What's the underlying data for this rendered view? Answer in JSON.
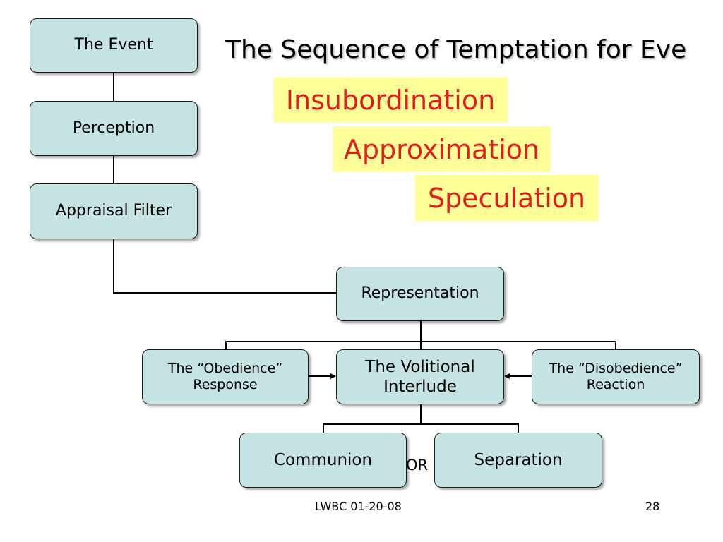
{
  "slide": {
    "title": "The Sequence of Temptation for Eve",
    "footer_text": "LWBC 01-20-08",
    "page_number": "28"
  },
  "stages": [
    "Insubordination",
    "Approximation",
    "Speculation"
  ],
  "nodes": {
    "event": "The Event",
    "perception": "Perception",
    "appraisal": "Appraisal Filter",
    "representation": "Representation",
    "obedience_line1": "The “Obedience”",
    "obedience_line2": "Response",
    "volitional_line1": "The Volitional",
    "volitional_line2": "Interlude",
    "disobedience_line1": "The “Disobedience”",
    "disobedience_line2": "Reaction",
    "communion": "Communion",
    "separation": "Separation",
    "or_label": "OR"
  },
  "colors": {
    "box_fill": "#c5e3e3",
    "highlight_fill": "#ffff99",
    "highlight_text": "#e21b1b"
  }
}
